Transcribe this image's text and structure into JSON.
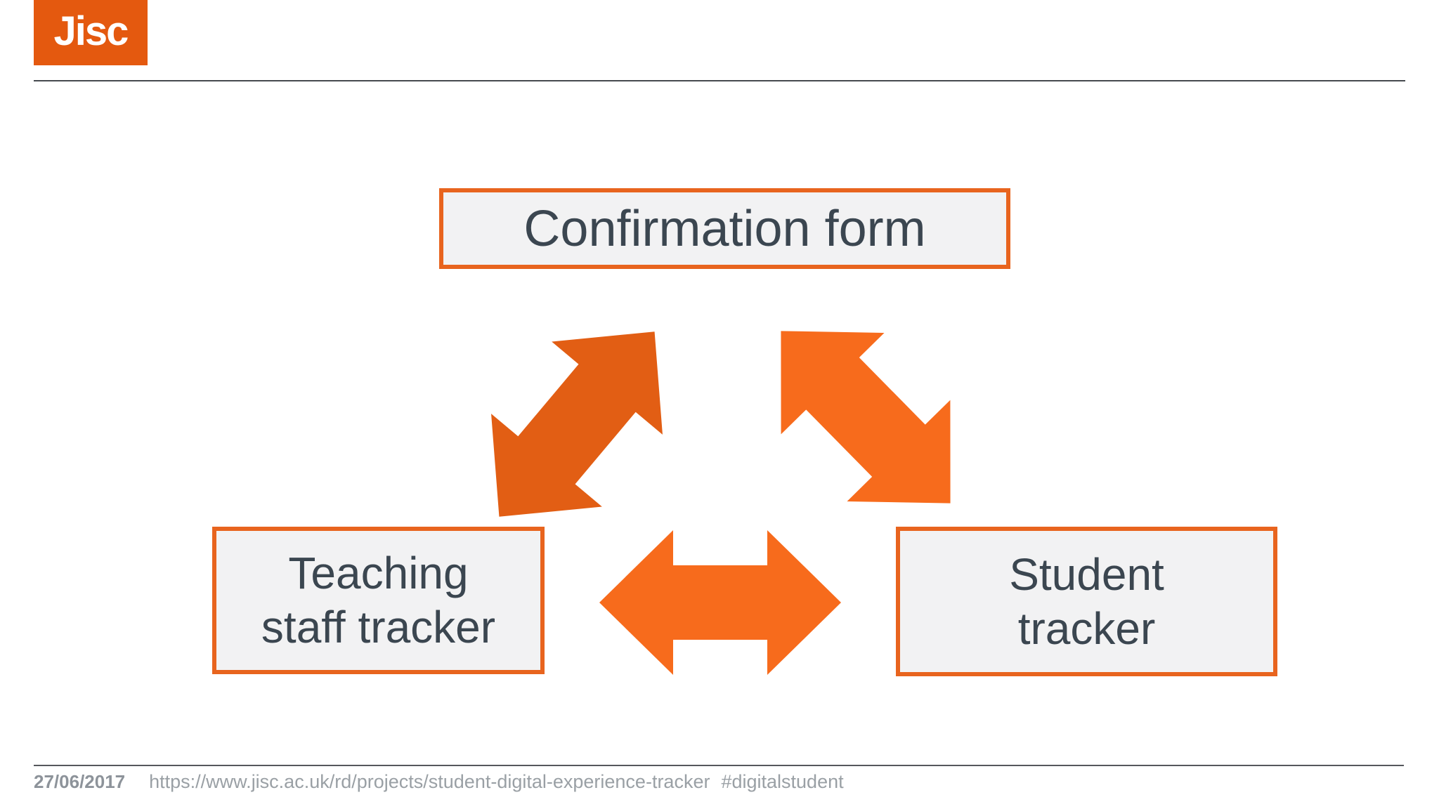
{
  "header": {
    "logo_text": "Jisc"
  },
  "diagram": {
    "nodes": [
      {
        "id": "confirmation-form",
        "label": "Confirmation form"
      },
      {
        "id": "teaching-staff-tracker",
        "lines": [
          "Teaching",
          "staff tracker"
        ]
      },
      {
        "id": "student-tracker",
        "lines": [
          "Student",
          "tracker"
        ]
      }
    ],
    "connectors": [
      {
        "id": "confirmation-teaching",
        "type": "double-headed-arrow",
        "between": [
          "Confirmation form",
          "Teaching staff tracker"
        ]
      },
      {
        "id": "confirmation-student",
        "type": "double-headed-arrow",
        "between": [
          "Confirmation form",
          "Student tracker"
        ]
      },
      {
        "id": "teaching-student",
        "type": "double-headed-arrow",
        "between": [
          "Teaching staff tracker",
          "Student tracker"
        ]
      }
    ]
  },
  "footer": {
    "date": "27/06/2017",
    "url": "https://www.jisc.ac.uk/rd/projects/student-digital-experience-tracker",
    "hashtag": "#digitalstudent"
  },
  "colors": {
    "jisc_orange": "#E4590F",
    "box_border": "#E8641E",
    "box_fill": "#F2F2F3",
    "arrow_dark": "#E25E14",
    "arrow_bright": "#F76B1C",
    "node_text": "#3B4650",
    "footer_text": "#9AA0A5"
  }
}
